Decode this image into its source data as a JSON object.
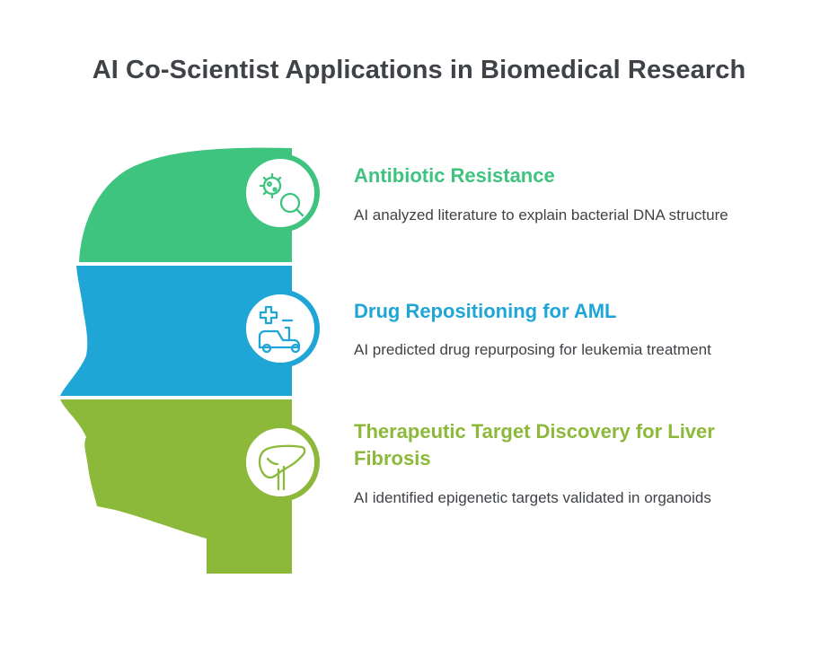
{
  "title": "AI Co-Scientist Applications in Biomedical Research",
  "colors": {
    "green": "#3ec47f",
    "blue": "#1fa6d6",
    "olive": "#8cb93a",
    "text": "#3f4246"
  },
  "items": [
    {
      "title": "Antibiotic Resistance",
      "description": "AI analyzed literature to explain bacterial DNA structure",
      "icon": "bacteria-search-icon"
    },
    {
      "title": "Drug Repositioning for AML",
      "description": "AI predicted drug repurposing for leukemia treatment",
      "icon": "medical-delivery-icon"
    },
    {
      "title": "Therapeutic Target Discovery for Liver Fibrosis",
      "description": "AI identified epigenetic targets validated in organoids",
      "icon": "liver-icon"
    }
  ]
}
